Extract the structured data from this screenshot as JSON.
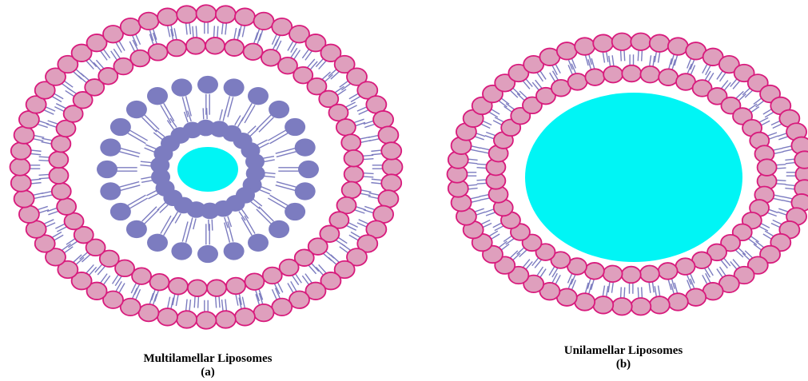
{
  "figure": {
    "panel_a": {
      "title": "Multilamellar Liposomes",
      "letter": "(a)"
    },
    "panel_b": {
      "title": "Unilamellar Liposomes",
      "letter": "(b)"
    }
  },
  "colors": {
    "outer_head_fill": "#df9fbd",
    "outer_head_stroke": "#d81a7c",
    "inner_lipid": "#7c7cc0",
    "aqueous_core": "#00f5f5",
    "tail": "#7c7cc0"
  }
}
